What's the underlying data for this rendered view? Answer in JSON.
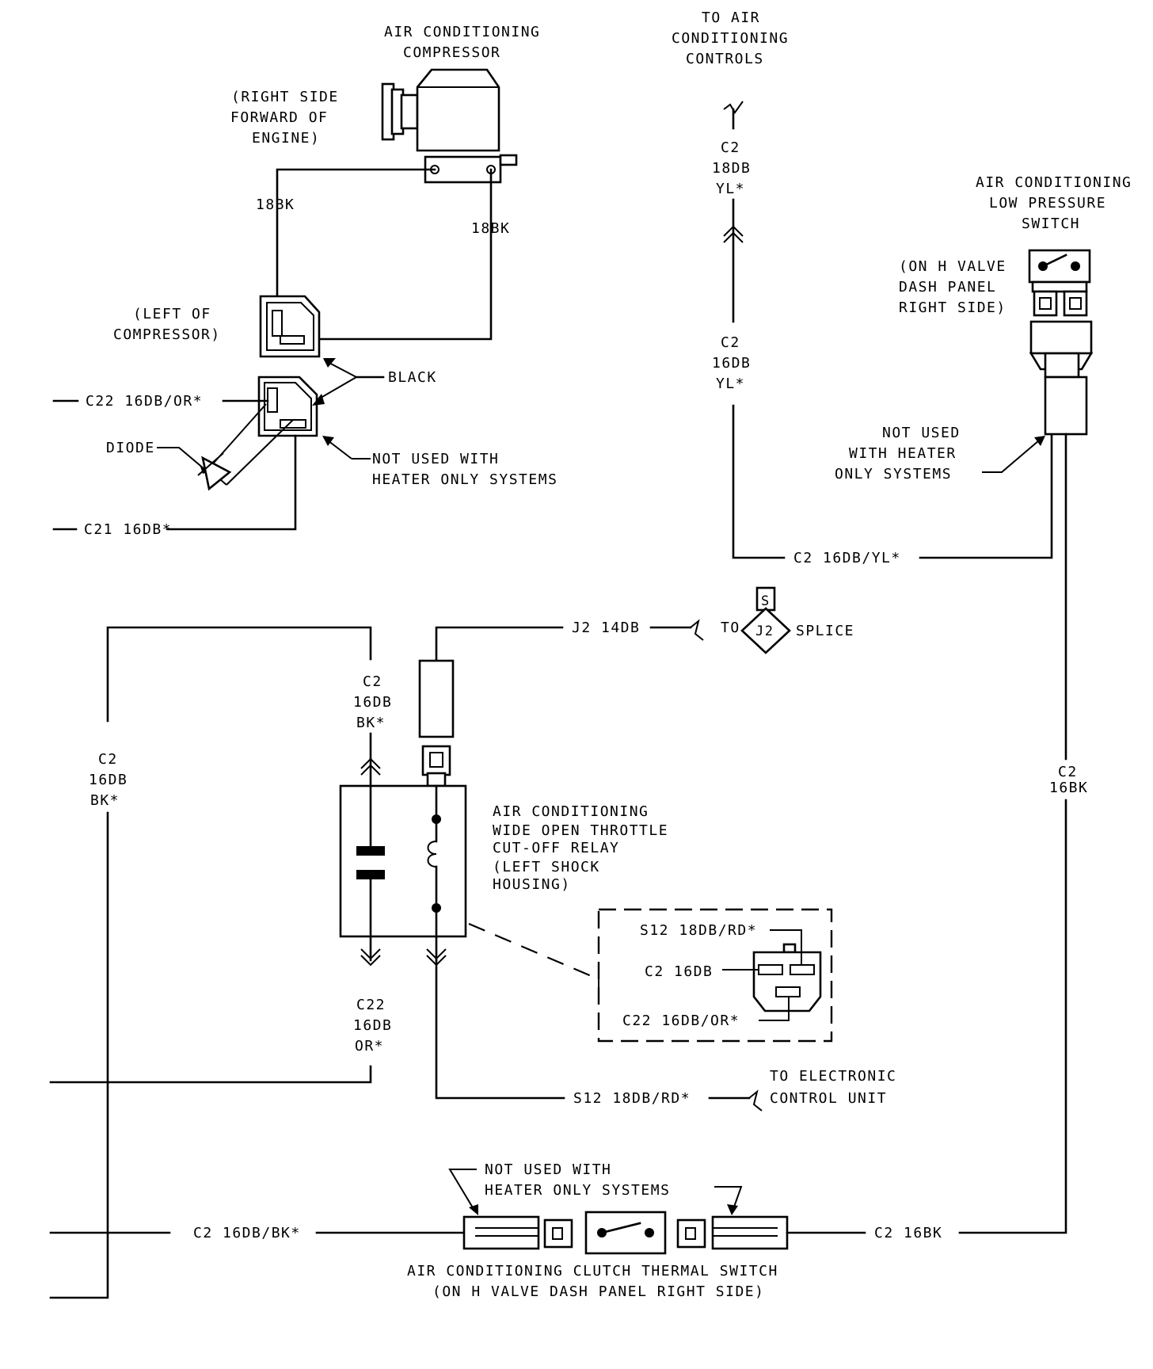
{
  "components": {
    "compressor": {
      "line1": "AIR CONDITIONING",
      "line2": "COMPRESSOR"
    },
    "compressor_location": {
      "line1": "(RIGHT SIDE",
      "line2": "FORWARD OF",
      "line3": "ENGINE)"
    },
    "connector_location": {
      "line1": "(LEFT OF",
      "line2": "COMPRESSOR)"
    },
    "black_label": "BLACK",
    "diode_label": "DIODE",
    "not_used_1": {
      "line1": "NOT USED WITH",
      "line2": "HEATER ONLY SYSTEMS"
    },
    "to_ac_controls": {
      "line1": "TO AIR",
      "line2": "CONDITIONING",
      "line3": "CONTROLS"
    },
    "low_pressure_switch": {
      "line1": "AIR CONDITIONING",
      "line2": "LOW PRESSURE",
      "line3": "SWITCH"
    },
    "low_pressure_location": {
      "line1": "(ON H VALVE",
      "line2": "DASH PANEL",
      "line3": "RIGHT SIDE)"
    },
    "not_used_2": {
      "line1": "NOT USED",
      "line2": "WITH HEATER",
      "line3": "ONLY SYSTEMS"
    },
    "splice": {
      "to": "TO",
      "j2": "J2",
      "s": "S",
      "splice": "SPLICE"
    },
    "relay": {
      "line1": "AIR CONDITIONING",
      "line2": "WIDE OPEN THROTTLE",
      "line3": "CUT-OFF RELAY",
      "line4": "(LEFT SHOCK",
      "line5": "HOUSING)"
    },
    "to_ecu": {
      "line1": "TO ELECTRONIC",
      "line2": "CONTROL UNIT"
    },
    "not_used_3": {
      "line1": "NOT USED WITH",
      "line2": "HEATER ONLY SYSTEMS"
    },
    "thermal_switch": {
      "line1": "AIR CONDITIONING CLUTCH THERMAL SWITCH",
      "line2": "(ON H VALVE DASH PANEL RIGHT SIDE)"
    }
  },
  "wires": {
    "w_18bk_left": "18BK",
    "w_18bk_right": "18BK",
    "c22_top": "C22 16DB/OR*",
    "c21": "C21 16DB*",
    "c2_18db_yl": {
      "a": "C2",
      "b": "18DB",
      "c": "YL*"
    },
    "c2_16db_yl_v": {
      "a": "C2",
      "b": "16DB",
      "c": "YL*"
    },
    "c2_16db_yl_h": "C2 16DB/YL*",
    "j2_14db": "J2 14DB",
    "c2_16db_bk_relay": {
      "a": "C2",
      "b": "16DB",
      "c": "BK*"
    },
    "c2_16db_bk_left": {
      "a": "C2",
      "b": "16DB",
      "c": "BK*"
    },
    "c2_16bk_right": {
      "a": "C2",
      "b": "16BK"
    },
    "c22_16db_or": {
      "a": "C22",
      "b": "16DB",
      "c": "OR*"
    },
    "s12_bottom": "S12 18DB/RD*",
    "c2_16db_bk_bottom": "C2 16DB/BK*",
    "c2_16bk_bottom": "C2 16BK"
  },
  "connector_view": {
    "s12": "S12 18DB/RD*",
    "c2": "C2 16DB",
    "c22": "C22 16DB/OR*"
  }
}
